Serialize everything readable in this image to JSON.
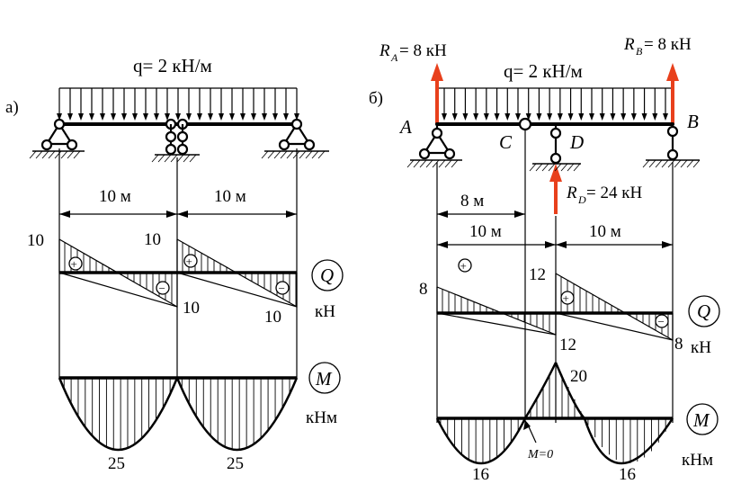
{
  "panel_a": {
    "label": "а)",
    "load": "q= 2 кН/м",
    "span1": "10 м",
    "span2": "10 м",
    "q": {
      "top_left": "10",
      "top_mid": "10",
      "bot_mid": "10",
      "bot_right": "10",
      "axis": "Q",
      "unit": "кН"
    },
    "m": {
      "val1": "25",
      "val2": "25",
      "axis": "M",
      "unit": "кНм"
    }
  },
  "panel_b": {
    "label": "б)",
    "ra": {
      "r": "R",
      "sub": "A",
      "val": "= 8 кН"
    },
    "rb": {
      "r": "R",
      "sub": "B",
      "val": "= 8 кН"
    },
    "rd": {
      "r": "R",
      "sub": "D",
      "val": "= 24 кН"
    },
    "load": "q= 2 кН/м",
    "point_a": "A",
    "point_b": "B",
    "point_c": "C",
    "point_d": "D",
    "dim_8": "8 м",
    "dim_10a": "10 м",
    "dim_10b": "10 м",
    "q": {
      "left": "8",
      "mid_bot": "12",
      "mid_top": "12",
      "right": "8",
      "axis": "Q",
      "unit": "кН"
    },
    "m": {
      "peak": "20",
      "min1": "16",
      "min2": "16",
      "zero": "M=0",
      "axis": "M",
      "unit": "кНм"
    }
  },
  "signs": {
    "plus": "+",
    "minus": "−"
  }
}
